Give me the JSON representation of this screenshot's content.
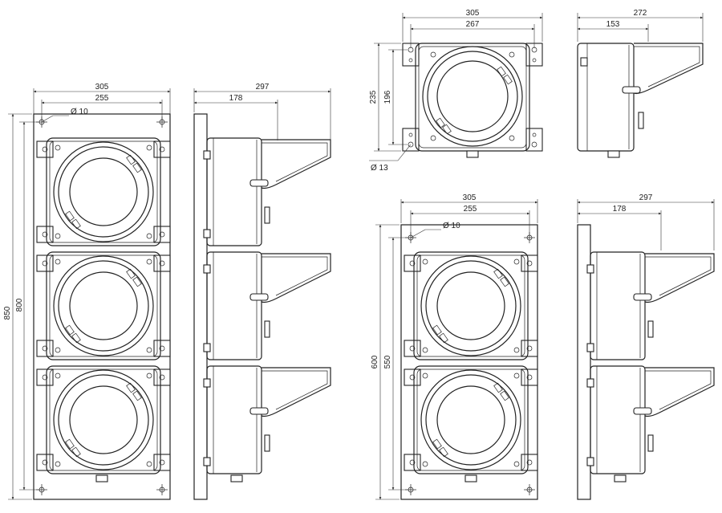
{
  "drawing": {
    "views": [
      {
        "id": "three-section-front",
        "dims": {
          "width_outer": "305",
          "width_inner": "255",
          "height_outer": "850",
          "height_inner": "800",
          "hole": "Ø 10"
        }
      },
      {
        "id": "three-section-side",
        "dims": {
          "depth_outer": "297",
          "depth_inner": "178"
        }
      },
      {
        "id": "single-section-front",
        "dims": {
          "width_outer": "305",
          "width_inner": "267",
          "height_outer": "235",
          "height_inner": "196",
          "hole": "Ø 13"
        }
      },
      {
        "id": "single-section-side",
        "dims": {
          "depth_outer": "272",
          "depth_inner": "153"
        }
      },
      {
        "id": "two-section-front",
        "dims": {
          "width_outer": "305",
          "width_inner": "255",
          "height_outer": "600",
          "height_inner": "550",
          "hole": "Ø 10"
        }
      },
      {
        "id": "two-section-side",
        "dims": {
          "depth_outer": "297",
          "depth_inner": "178"
        }
      }
    ]
  }
}
